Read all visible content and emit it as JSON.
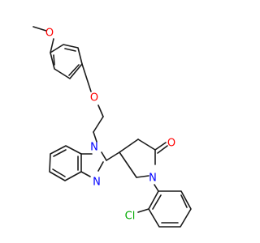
{
  "atoms": {
    "methoxy_o": {
      "text": "O",
      "color": "#ff0000"
    },
    "ether_o": {
      "text": "O",
      "color": "#ff0000"
    },
    "n1": {
      "text": "N",
      "color": "#0000ff"
    },
    "n3": {
      "text": "N",
      "color": "#0000ff"
    },
    "lactam_n": {
      "text": "N",
      "color": "#0000ff"
    },
    "carbonyl_o": {
      "text": "O",
      "color": "#ff0000"
    },
    "chlorine": {
      "text": "Cl",
      "color": "#00aa00"
    }
  },
  "bond_color": "#1a1a1a"
}
